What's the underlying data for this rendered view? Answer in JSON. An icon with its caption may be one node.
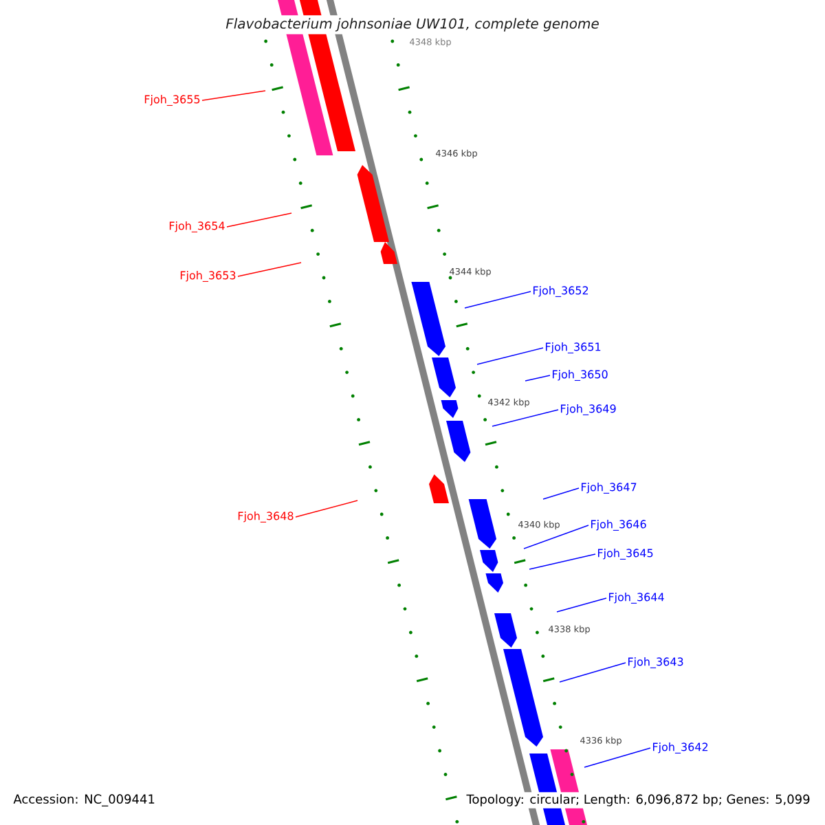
{
  "diagram": {
    "title": "Flavobacterium johnsoniae UW101, complete genome",
    "nodes": [
      {
        "text": [
          "Fjoh_3655"
        ]
      },
      {
        "text": [
          "Fjoh_3654"
        ]
      },
      {
        "text": [
          "Fjoh_3653"
        ]
      },
      {
        "text": [
          "Fjoh_3652"
        ]
      },
      {
        "text": [
          "Fjoh_3651"
        ]
      },
      {
        "text": [
          "Fjoh_3650"
        ]
      },
      {
        "text": [
          "Fjoh_3649"
        ]
      },
      {
        "text": [
          "Fjoh_3647"
        ]
      },
      {
        "text": [
          "Fjoh_3648"
        ]
      },
      {
        "text": [
          "Fjoh_3646"
        ]
      },
      {
        "text": [
          "Fjoh_3645"
        ]
      },
      {
        "text": [
          "Fjoh_3644"
        ]
      },
      {
        "text": [
          "Fjoh_3643"
        ]
      },
      {
        "text": [
          "Fjoh_3642"
        ]
      }
    ],
    "edges": [
      {
        "from": 0,
        "to": null,
        "arrow": "none",
        "color": "#ff0000"
      },
      {
        "from": 1,
        "to": null,
        "arrow": "none",
        "color": "#ff0000"
      },
      {
        "from": 2,
        "to": null,
        "arrow": "none",
        "color": "#ff0000"
      },
      {
        "from": 3,
        "to": null,
        "arrow": "none"
      },
      {
        "from": 4,
        "to": null,
        "arrow": "none"
      },
      {
        "from": 5,
        "to": null,
        "arrow": "none"
      },
      {
        "from": 6,
        "to": null,
        "arrow": "none"
      },
      {
        "from": 7,
        "to": null,
        "arrow": "none"
      },
      {
        "from": 8,
        "to": null,
        "arrow": "none",
        "color": "#ff0000"
      },
      {
        "from": 9,
        "to": null,
        "arrow": "none"
      },
      {
        "from": 10,
        "to": null,
        "arrow": "none"
      },
      {
        "from": 11,
        "to": null,
        "arrow": "none"
      },
      {
        "from": 12,
        "to": null,
        "arrow": "none"
      },
      {
        "from": 13,
        "to": null,
        "arrow": "none"
      }
    ],
    "labels": [
      "4348 kbp",
      "4346 kbp",
      "4344 kbp",
      "4342 kbp",
      "4340 kbp",
      "4338 kbp",
      "4336 kbp",
      "Accession: NC_009441",
      "Topology: circular; Length: 6,096,872 bp; Genes: 5,099"
    ]
  }
}
